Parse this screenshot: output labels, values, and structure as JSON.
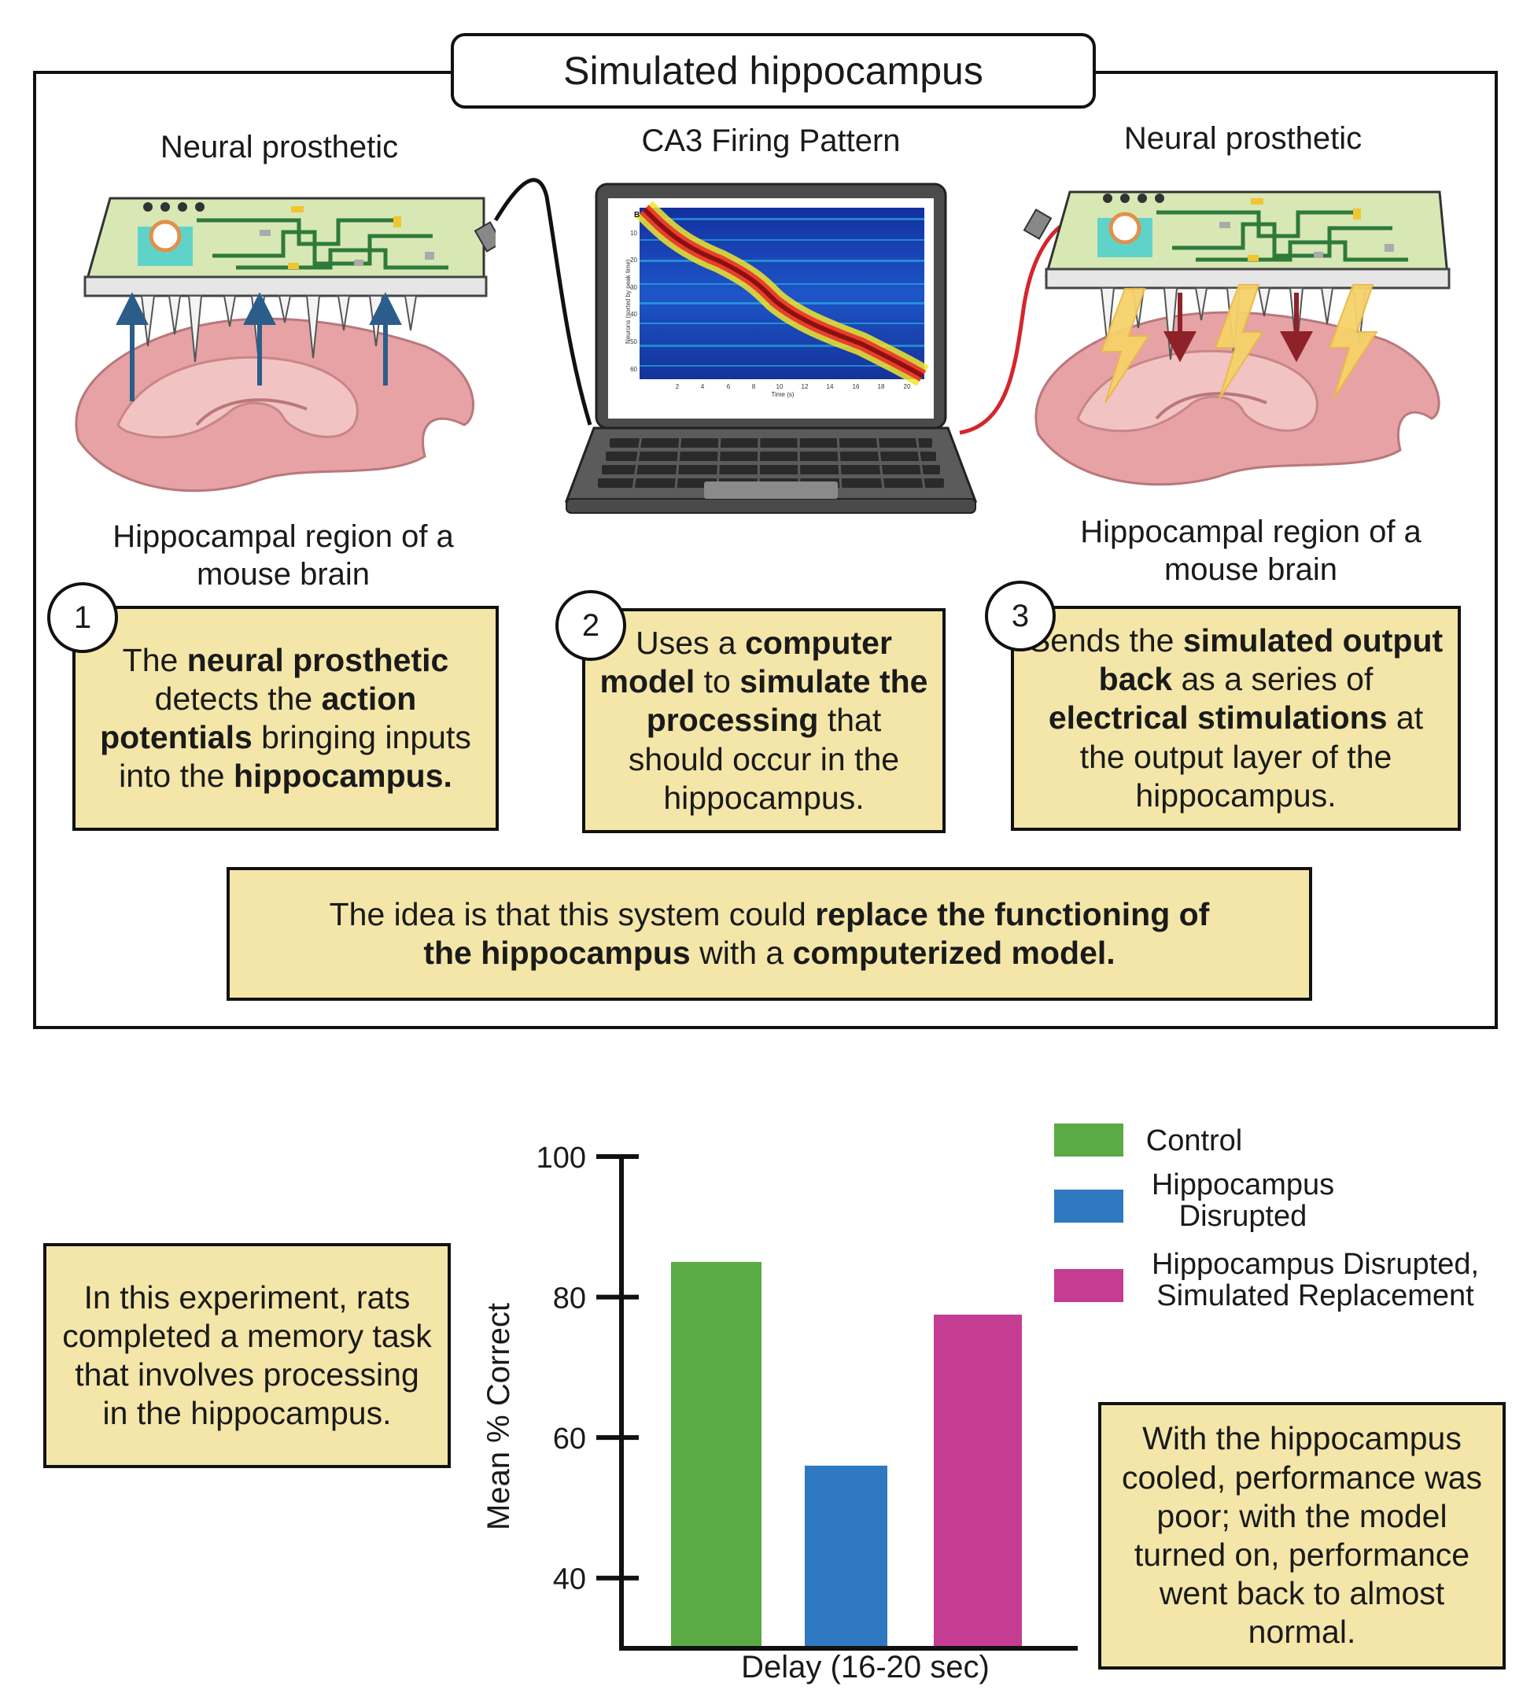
{
  "title": "Simulated hippocampus",
  "left_panel": {
    "prosthetic_label": "Neural prosthetic",
    "region_label": "Hippocampal region of a mouse brain"
  },
  "center_panel": {
    "title": "CA3 Firing Pattern",
    "plot_letter": "B",
    "plot_ylabel": "Neurons (sorted by peak time)",
    "plot_xlabel": "Time (s)",
    "plot_yticks": [
      "10",
      "20",
      "30",
      "40",
      "50",
      "60"
    ],
    "plot_xticks": [
      "2",
      "4",
      "6",
      "8",
      "10",
      "12",
      "14",
      "16",
      "18",
      "20"
    ]
  },
  "right_panel": {
    "prosthetic_label": "Neural prosthetic",
    "region_label": "Hippocampal region of a mouse brain"
  },
  "steps": [
    {
      "number": "1",
      "segments": [
        {
          "t": "The ",
          "b": false
        },
        {
          "t": "neural prosthetic",
          "b": true
        },
        {
          "t": " detects the ",
          "b": false
        },
        {
          "t": "action potentials",
          "b": true
        },
        {
          "t": " bringing inputs into the ",
          "b": false
        },
        {
          "t": "hippocampus.",
          "b": true
        }
      ]
    },
    {
      "number": "2",
      "segments": [
        {
          "t": "Uses a ",
          "b": false
        },
        {
          "t": "computer model",
          "b": true
        },
        {
          "t": " to ",
          "b": false
        },
        {
          "t": "simulate the processing",
          "b": true
        },
        {
          "t": " that should occur in the hippocampus.",
          "b": false
        }
      ]
    },
    {
      "number": "3",
      "segments": [
        {
          "t": "Sends the ",
          "b": false
        },
        {
          "t": "simulated output back",
          "b": true
        },
        {
          "t": " as a series of ",
          "b": false
        },
        {
          "t": "electrical stimulations",
          "b": true
        },
        {
          "t": " at the output layer of the hippocampus.",
          "b": false
        }
      ]
    }
  ],
  "summary_segments": [
    {
      "t": "The idea is that this system could ",
      "b": false
    },
    {
      "t": "replace the functioning of the hippocampus",
      "b": true
    },
    {
      "t": " with a ",
      "b": false
    },
    {
      "t": "computerized model.",
      "b": true
    }
  ],
  "experiment_note": "In this experiment, rats completed a memory task that involves processing in the hippocampus.",
  "result_note": "With the hippocampus cooled, performance was poor; with the model turned on, performance went back to almost normal.",
  "colors": {
    "box_fill": "#f3e6a8",
    "control": "#5aab45",
    "disrupted": "#2f79c0",
    "replacement": "#c43d93"
  },
  "chart_data": {
    "type": "bar",
    "ylabel": "Mean % Correct",
    "xlabel": "Delay (16-20 sec)",
    "ylim": [
      30,
      100
    ],
    "yticks": [
      40,
      60,
      80,
      100
    ],
    "legend_position": "top-right",
    "series": [
      {
        "name": "Control",
        "value": 85,
        "color": "#5aab45"
      },
      {
        "name": "Hippocampus Disrupted",
        "value": 56,
        "color": "#2f79c0"
      },
      {
        "name": "Hippocampus Disrupted, Simulated Replacement",
        "value": 77.5,
        "color": "#c43d93"
      }
    ]
  }
}
